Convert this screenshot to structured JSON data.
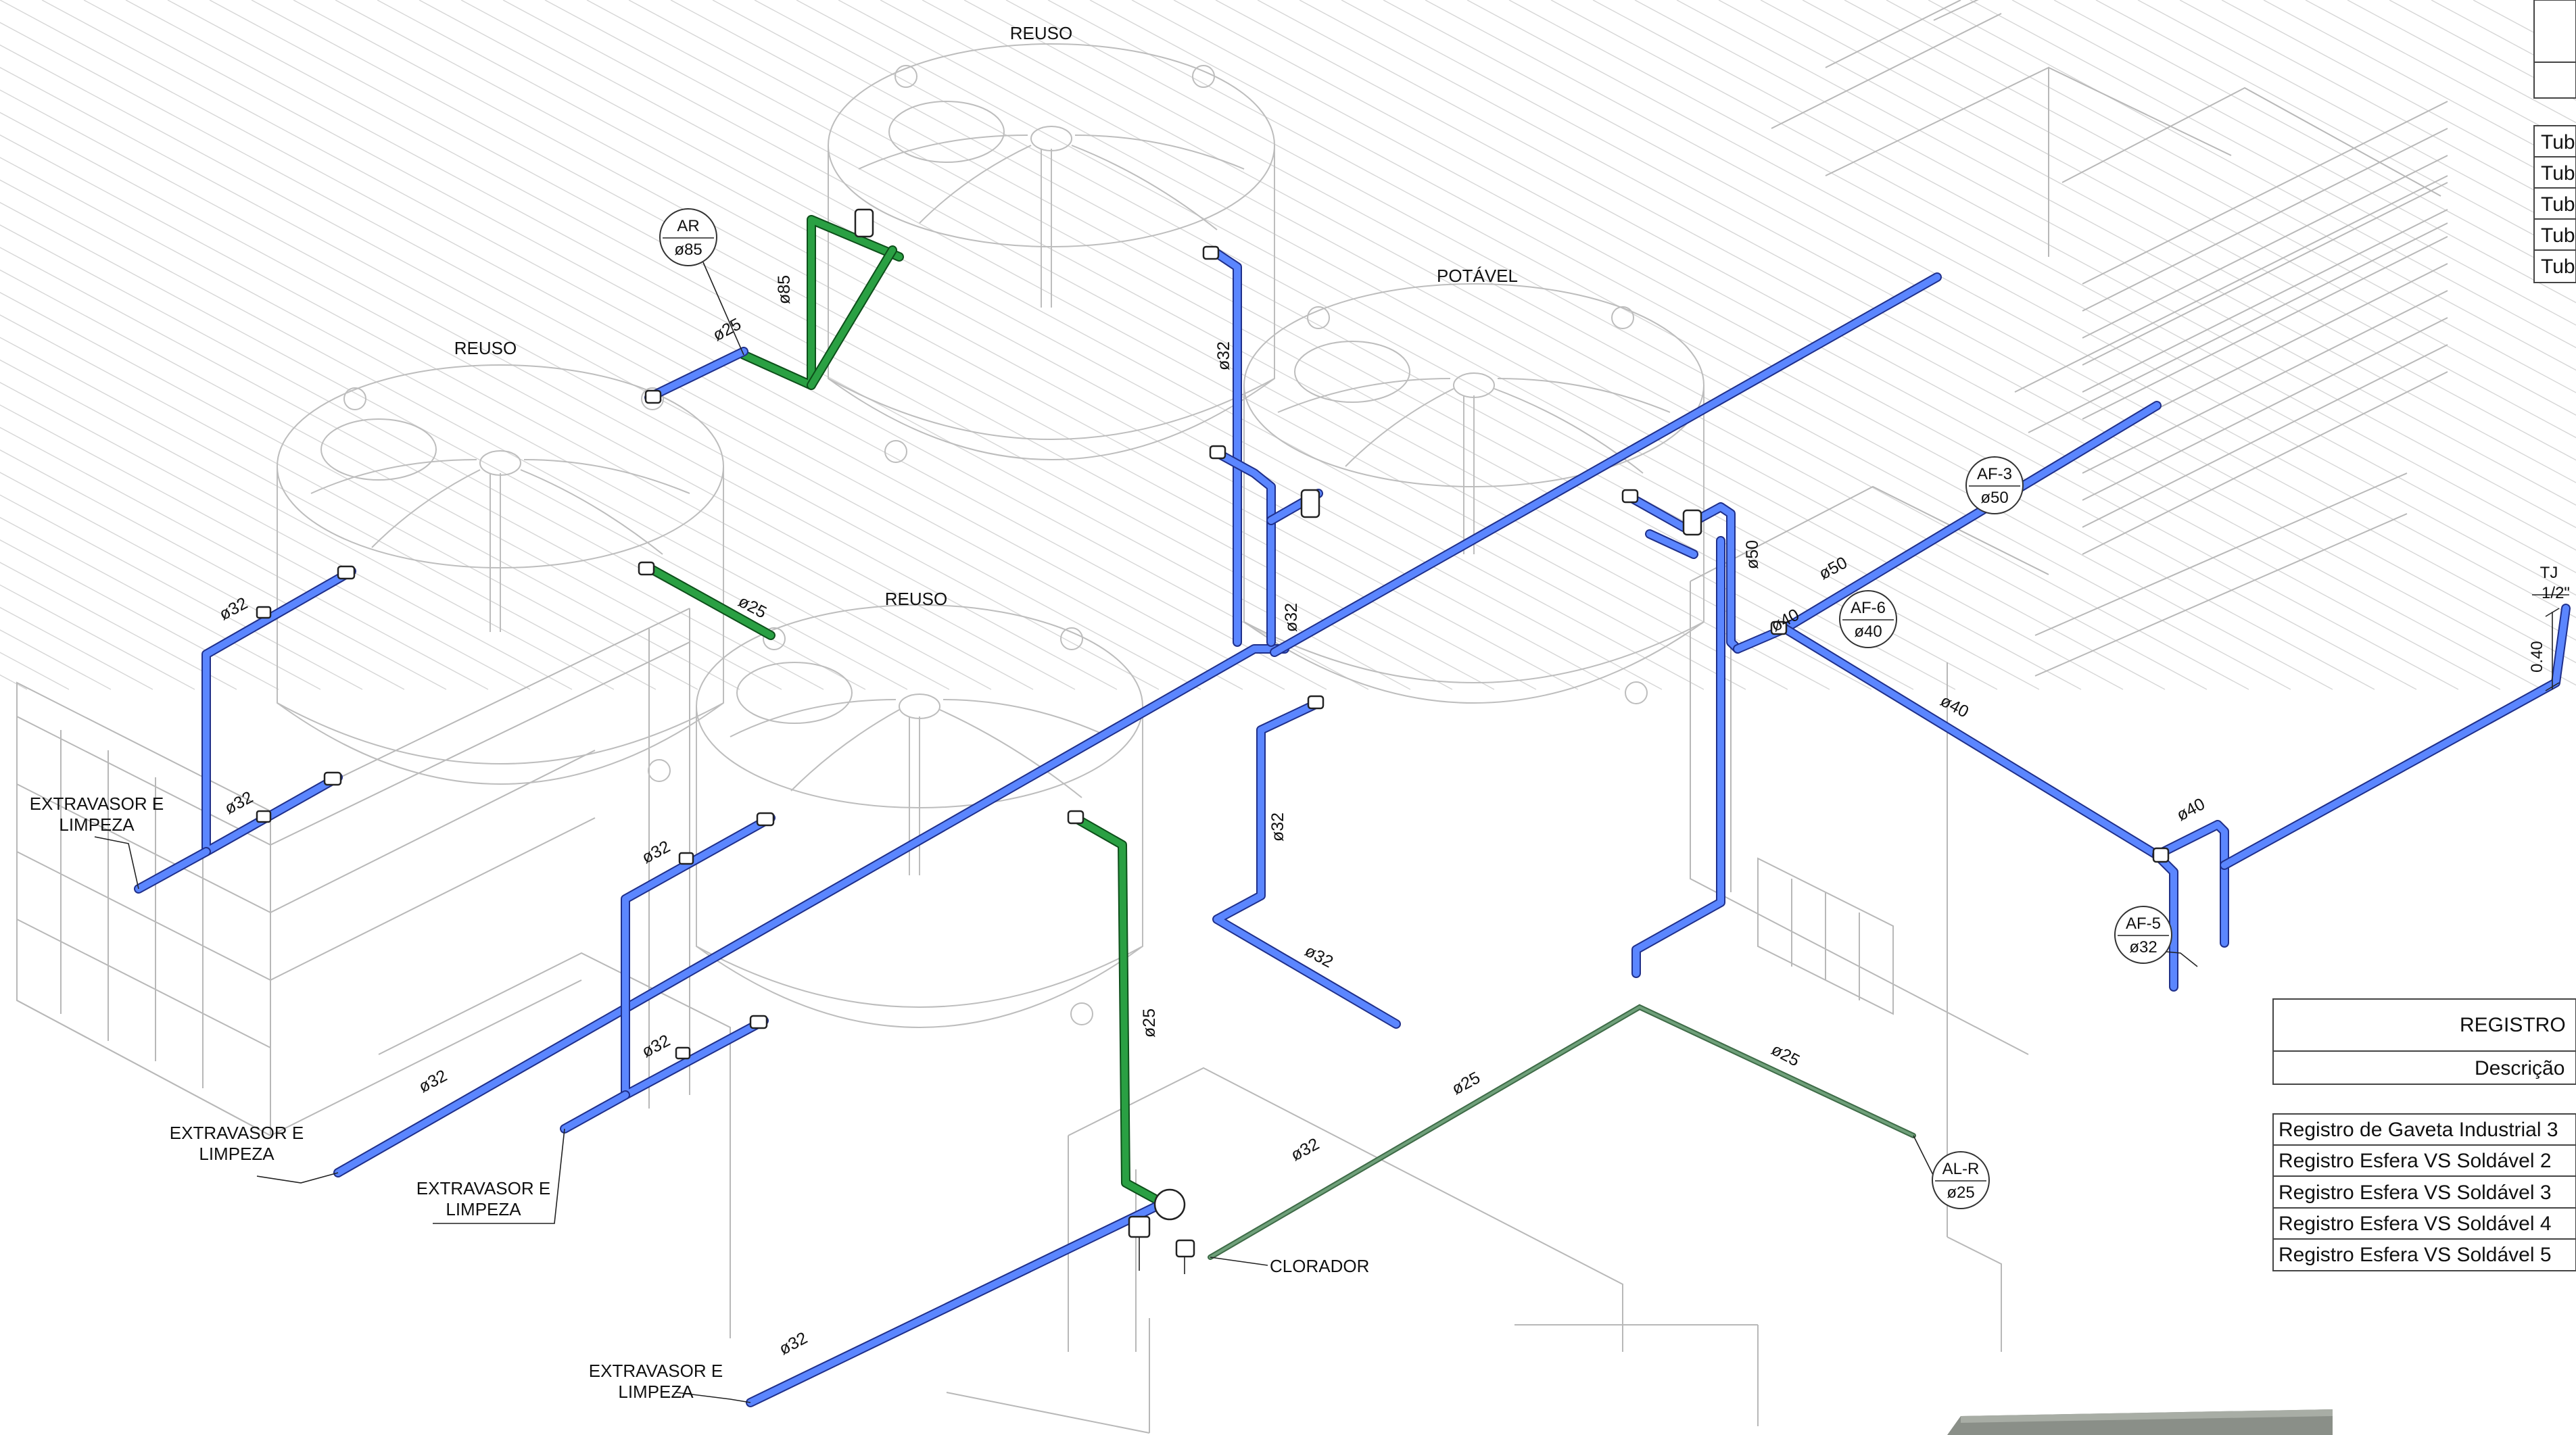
{
  "tanks": [
    {
      "label": "REUSO"
    },
    {
      "label": "REUSO"
    },
    {
      "label": "REUSO"
    },
    {
      "label": "POTÁVEL"
    }
  ],
  "notes": {
    "extravasor": [
      "EXTRAVASOR E",
      "LIMPEZA"
    ],
    "clorador": "CLORADOR"
  },
  "diameters": [
    "ø25",
    "ø85",
    "ø32",
    "ø32",
    "ø25",
    "ø32",
    "ø32",
    "ø32",
    "ø32",
    "ø32",
    "ø32",
    "ø32",
    "ø25",
    "ø32",
    "ø25",
    "ø25",
    "ø50",
    "ø50",
    "ø40",
    "ø40",
    "ø40",
    "ø32"
  ],
  "tags": [
    {
      "code": "AR",
      "dia": "ø85"
    },
    {
      "code": "AF-3",
      "dia": "ø50"
    },
    {
      "code": "AF-6",
      "dia": "ø40"
    },
    {
      "code": "AF-5",
      "dia": "ø32"
    },
    {
      "code": "AL-R",
      "dia": "ø25"
    }
  ],
  "tj": {
    "code": "TJ",
    "size": "1/2\"",
    "height": "0.40"
  },
  "tube_table": {
    "rows": [
      "Tub",
      "Tub",
      "Tub",
      "Tub",
      "Tub"
    ]
  },
  "registro_table": {
    "title": "REGISTRO",
    "header": "Descrição",
    "rows": [
      "Registro de Gaveta Industrial 3",
      "Registro Esfera VS Soldável 2",
      "Registro Esfera VS Soldável 3",
      "Registro Esfera VS Soldável 4",
      "Registro Esfera VS Soldável 5"
    ]
  },
  "colors": {
    "cold_water": "#5b86ff",
    "reuse_water": "#2aa043",
    "rain_water": "#6fa07a"
  }
}
